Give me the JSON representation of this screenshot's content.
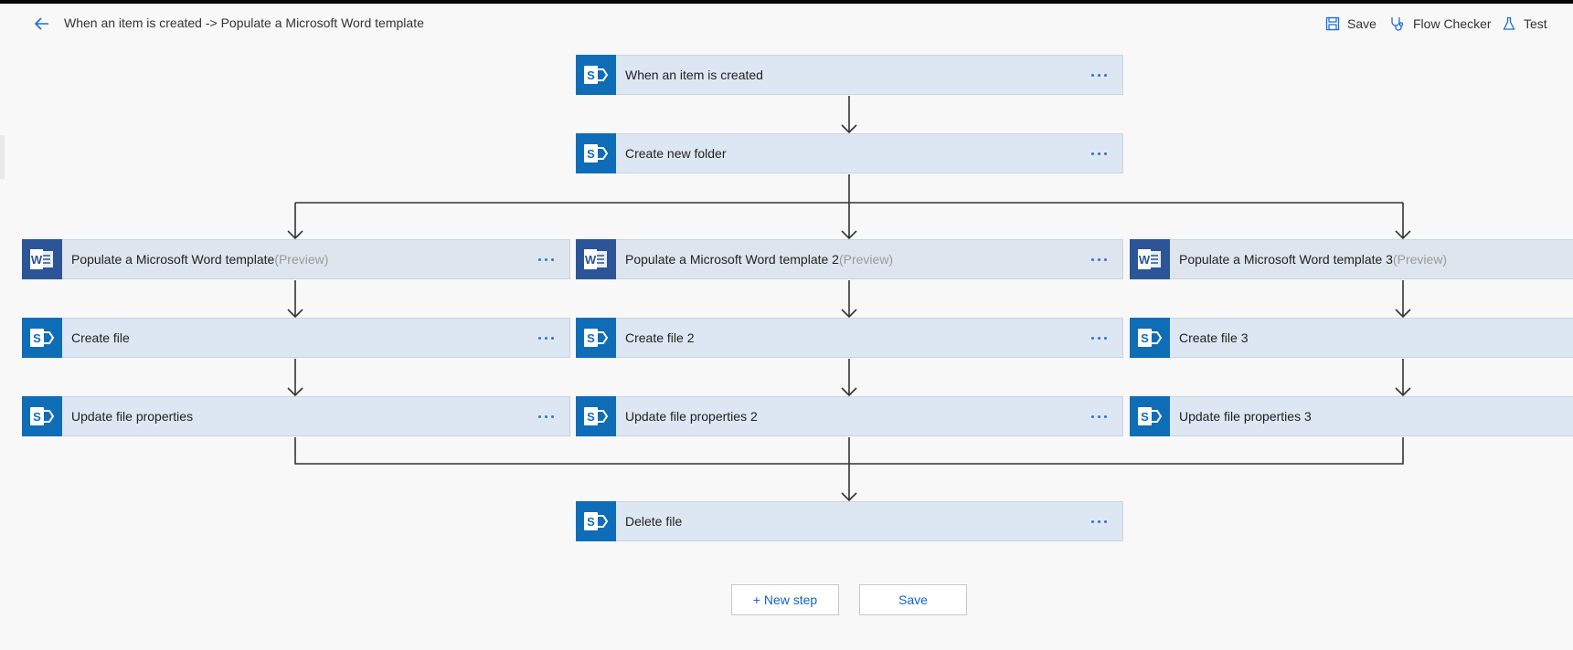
{
  "header": {
    "title": "When an item is created -> Populate a Microsoft Word template",
    "actions": {
      "save": "Save",
      "flow_checker": "Flow Checker",
      "test": "Test"
    }
  },
  "steps": {
    "trigger": {
      "label": "When an item is created",
      "icon": "sharepoint-icon"
    },
    "create_folder": {
      "label": "Create new folder",
      "icon": "sharepoint-icon"
    },
    "branches": [
      {
        "populate": {
          "label": "Populate a Microsoft Word template",
          "tag": "(Preview)",
          "icon": "word-icon"
        },
        "create_file": {
          "label": "Create file",
          "icon": "sharepoint-icon"
        },
        "update_props": {
          "label": "Update file properties",
          "icon": "sharepoint-icon"
        }
      },
      {
        "populate": {
          "label": "Populate a Microsoft Word template 2",
          "tag": "(Preview)",
          "icon": "word-icon"
        },
        "create_file": {
          "label": "Create file 2",
          "icon": "sharepoint-icon"
        },
        "update_props": {
          "label": "Update file properties 2",
          "icon": "sharepoint-icon"
        }
      },
      {
        "populate": {
          "label": "Populate a Microsoft Word template 3",
          "tag": "(Preview)",
          "icon": "word-icon"
        },
        "create_file": {
          "label": "Create file 3",
          "icon": "sharepoint-icon"
        },
        "update_props": {
          "label": "Update file properties 3",
          "icon": "sharepoint-icon"
        }
      }
    ],
    "delete_file": {
      "label": "Delete file",
      "icon": "sharepoint-icon"
    }
  },
  "footer": {
    "new_step": "+ New step",
    "save": "Save"
  },
  "colors": {
    "sharepoint": "#0f6db8",
    "word": "#2b5597",
    "card_bg": "#dde7f3",
    "accent": "#1363c9",
    "connector": "#333333"
  }
}
